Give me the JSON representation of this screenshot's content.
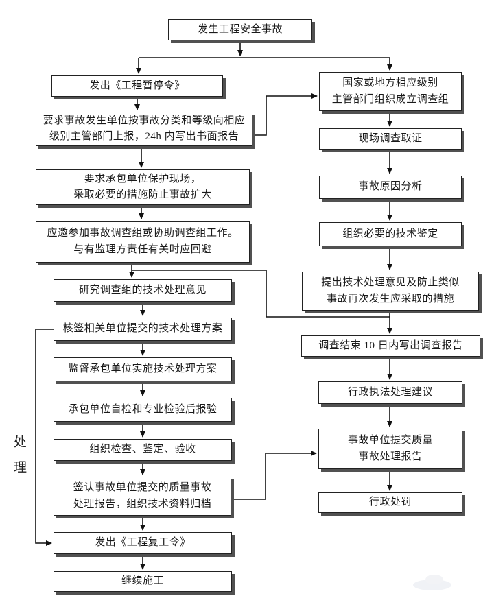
{
  "flowchart": {
    "side_label": "处理",
    "nodes": {
      "start": "发生工程安全事故",
      "l1": "发出《工程暂停令》",
      "l2": "要求事故发生单位按事故分类和等级向相应\n级别主管部门上报，24h 内写出书面报告",
      "l3": "要求承包单位保护现场，\n采取必要的措施防止事故扩大",
      "l4": "应邀参加事故调查组或协助调查组工作。\n与有监理方责任有关时应回避",
      "l5": "研究调查组的技术处理意见",
      "l6": "核签相关单位提交的技术处理方案",
      "l7": "监督承包单位实施技术处理方案",
      "l8": "承包单位自检和专业检验后报验",
      "l9": "组织检查、鉴定、验收",
      "l10": "签认事故单位提交的质量事故\n处理报告，组织技术资料归档",
      "l11": "发出《工程复工令》",
      "l12": "继续施工",
      "r1": "国家或地方相应级别\n主管部门组织成立调查组",
      "r2": "现场调查取证",
      "r3": "事故原因分析",
      "r4": "组织必要的技术鉴定",
      "r5": "提出技术处理意见及防止类似\n事故再次发生应采取的措施",
      "r6": "调查结束 10 日内写出调查报告",
      "r7": "行政执法处理建议",
      "r8": "事故单位提交质量\n事故处理报告",
      "r9": "行政处罚"
    },
    "edges": [
      {
        "from": "start",
        "to": "l1"
      },
      {
        "from": "start",
        "to": "r1"
      },
      {
        "from": "l1",
        "to": "l2"
      },
      {
        "from": "l2",
        "to": "l3"
      },
      {
        "from": "l2",
        "to": "r1"
      },
      {
        "from": "l3",
        "to": "l4"
      },
      {
        "from": "l4",
        "to": "l5"
      },
      {
        "from": "l5",
        "to": "l6"
      },
      {
        "from": "l6",
        "to": "l7"
      },
      {
        "from": "l6",
        "to": "l11"
      },
      {
        "from": "l7",
        "to": "l8"
      },
      {
        "from": "l8",
        "to": "l9"
      },
      {
        "from": "l9",
        "to": "l10"
      },
      {
        "from": "l10",
        "to": "l11"
      },
      {
        "from": "l10",
        "to": "r8"
      },
      {
        "from": "l11",
        "to": "l12"
      },
      {
        "from": "r1",
        "to": "r2"
      },
      {
        "from": "r2",
        "to": "r3"
      },
      {
        "from": "r3",
        "to": "r4"
      },
      {
        "from": "r4",
        "to": "r5"
      },
      {
        "from": "r5",
        "to": "r6"
      },
      {
        "from": "r5",
        "to": "l5"
      },
      {
        "from": "r6",
        "to": "r7"
      },
      {
        "from": "r7",
        "to": "r8"
      },
      {
        "from": "r8",
        "to": "r9"
      }
    ],
    "colors": {
      "line": "#111111",
      "box_border": "#222222",
      "box_shadow": "#515151",
      "background": "#ffffff"
    }
  }
}
